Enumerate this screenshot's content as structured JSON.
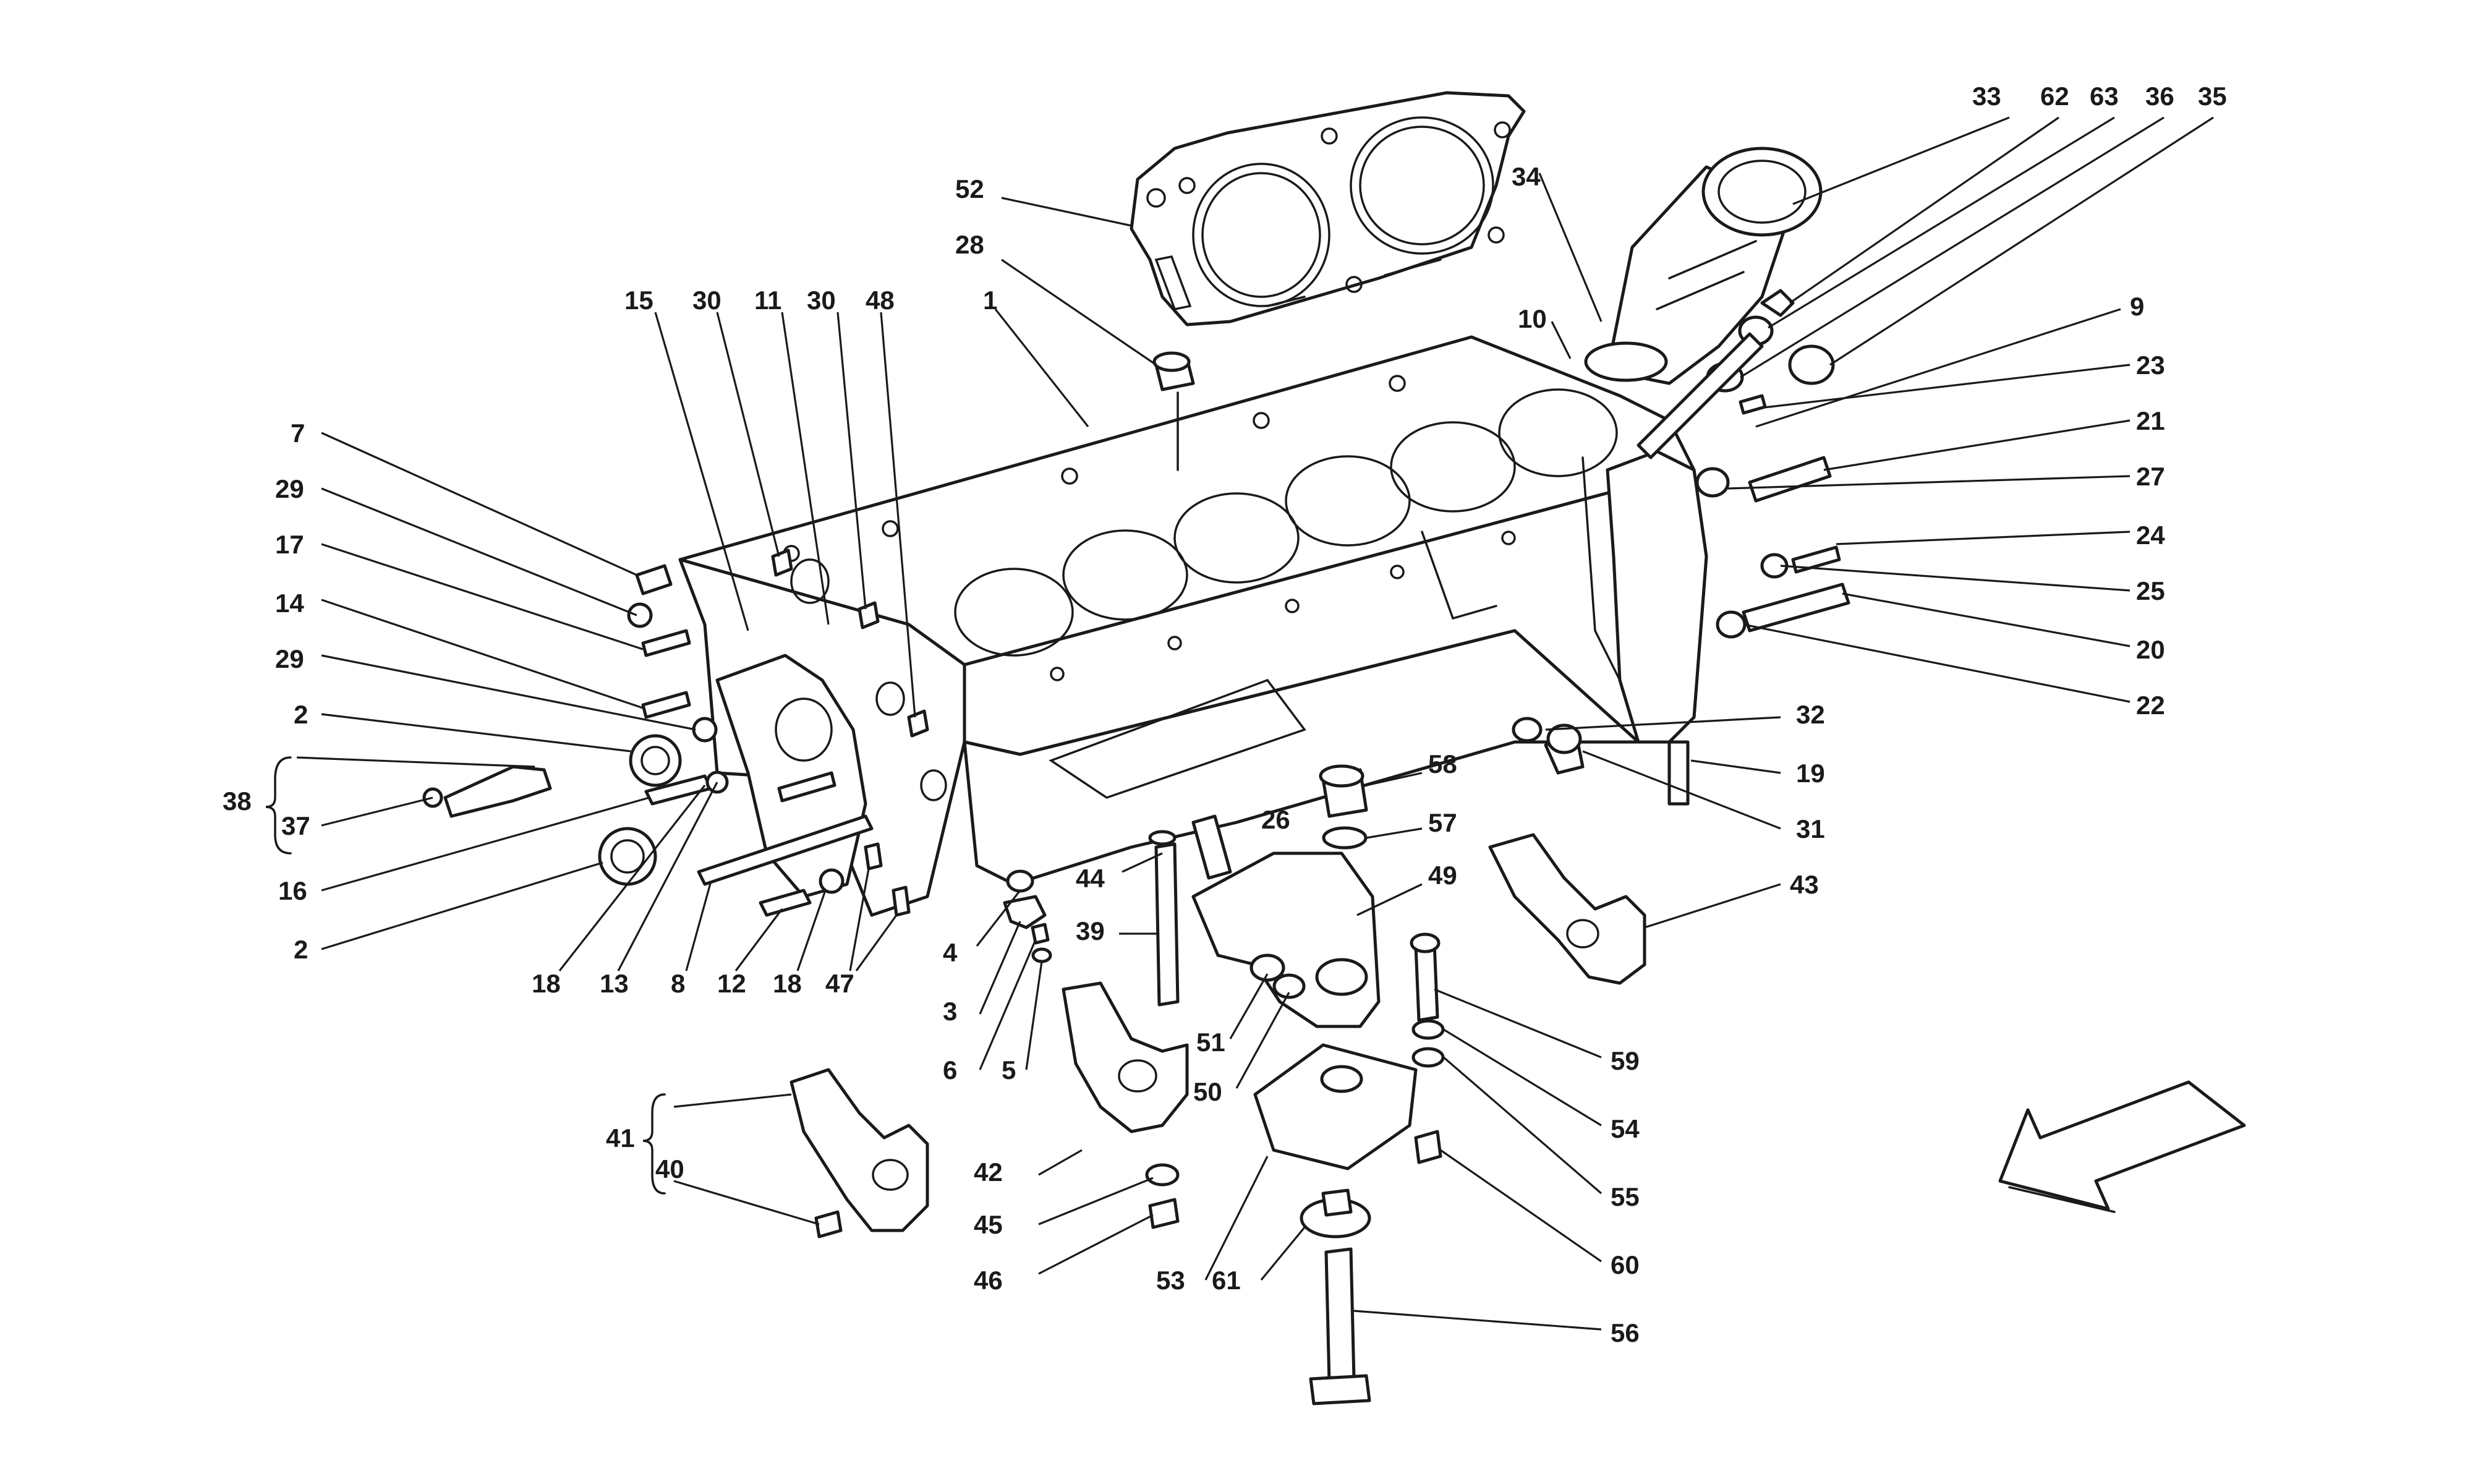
{
  "labels": [
    "1",
    "2",
    "2",
    "3",
    "4",
    "5",
    "6",
    "7",
    "8",
    "9",
    "10",
    "11",
    "12",
    "13",
    "14",
    "15",
    "16",
    "17",
    "18",
    "18",
    "19",
    "20",
    "21",
    "22",
    "23",
    "24",
    "25",
    "26",
    "27",
    "28",
    "29",
    "29",
    "30",
    "30",
    "31",
    "32",
    "33",
    "34",
    "35",
    "36",
    "37",
    "38",
    "39",
    "40",
    "41",
    "42",
    "43",
    "44",
    "45",
    "46",
    "47",
    "48",
    "49",
    "50",
    "51",
    "52",
    "53",
    "54",
    "55",
    "56",
    "57",
    "58",
    "59",
    "60",
    "61",
    "62",
    "63"
  ],
  "icons": [
    "direction-arrow-icon"
  ]
}
